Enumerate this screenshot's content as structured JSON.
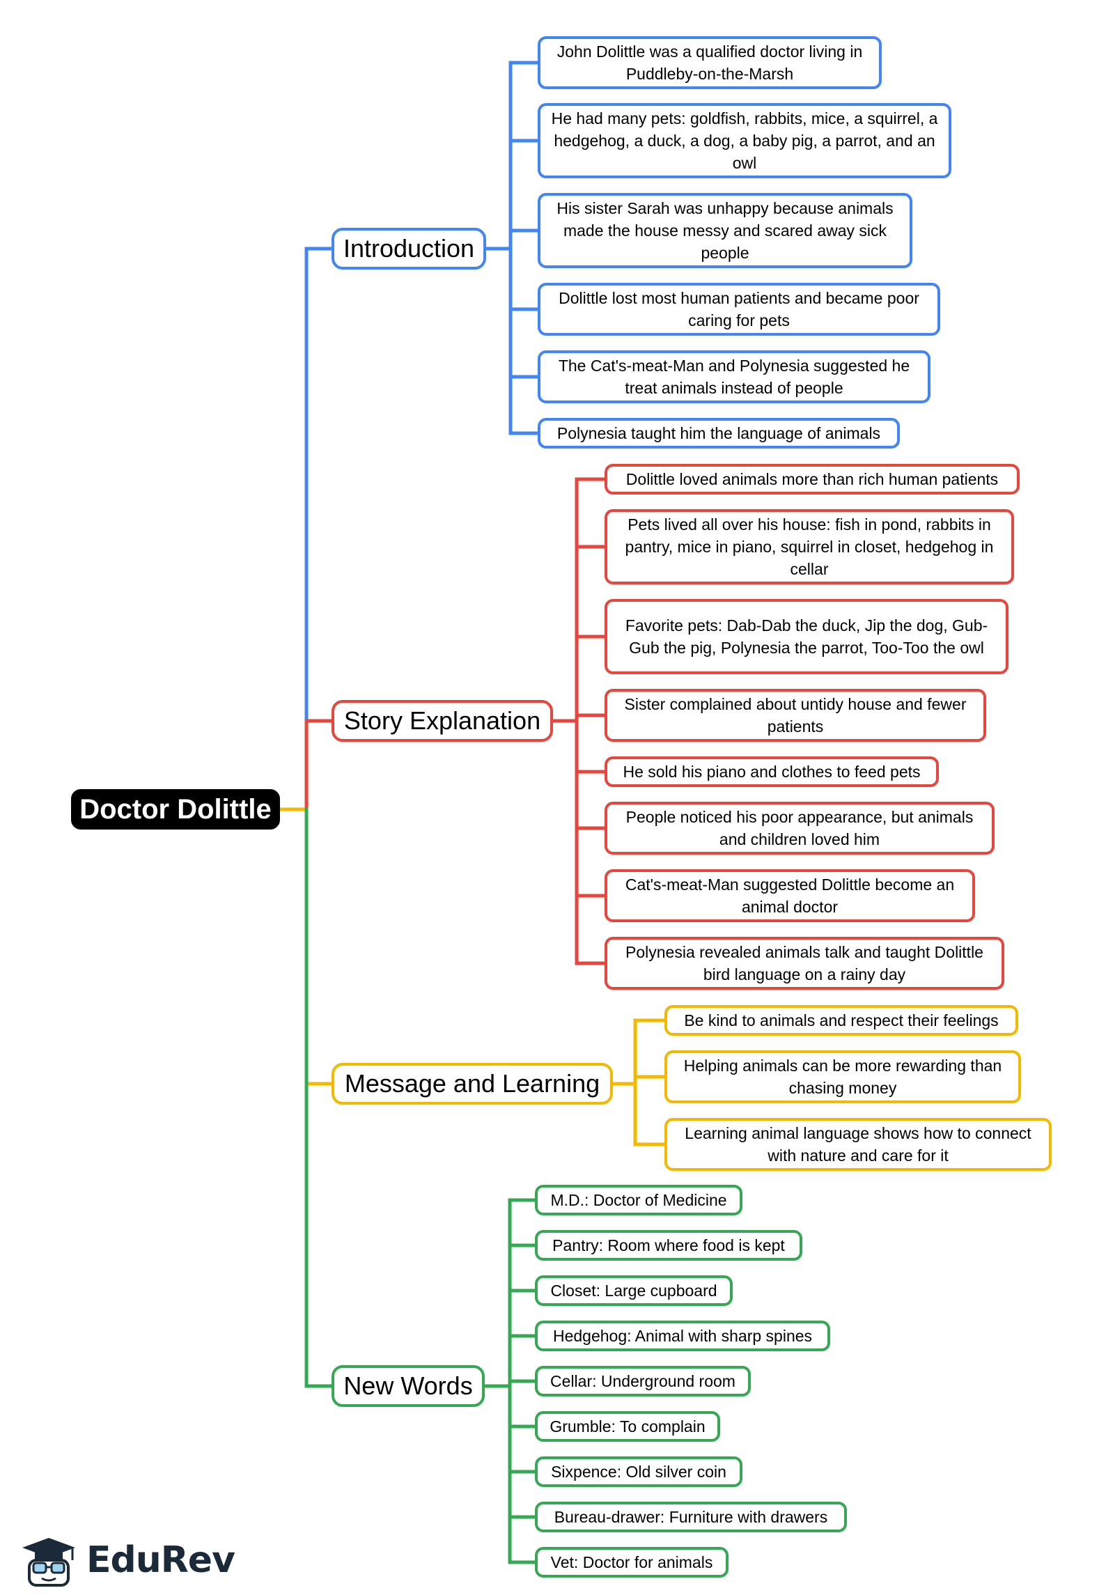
{
  "root": {
    "label": "Doctor Dolittle"
  },
  "branches": [
    {
      "label": "Introduction",
      "color": "#4285f4",
      "leaves": [
        "John Dolittle was a qualified doctor living in Puddleby-on-the-Marsh",
        "He had many pets: goldfish, rabbits, mice, a squirrel, a hedgehog, a duck, a dog, a baby pig, a parrot, and an owl",
        "His sister Sarah was unhappy because animals made the house messy and scared away sick people",
        "Dolittle lost most human patients and became poor caring for pets",
        "The Cat's-meat-Man and Polynesia suggested he treat animals instead of people",
        "Polynesia taught him the language of animals"
      ]
    },
    {
      "label": "Story Explanation",
      "color": "#e8453c",
      "leaves": [
        "Dolittle loved animals more than rich human patients",
        "Pets lived all over his house: fish in pond, rabbits in pantry, mice in piano, squirrel in closet, hedgehog in cellar",
        "Favorite pets: Dab-Dab the duck, Jip the dog, Gub-Gub the pig, Polynesia the parrot, Too-Too the owl",
        "Sister complained about untidy house and fewer patients",
        "He sold his piano and clothes to feed pets",
        "People noticed his poor appearance, but animals and children loved him",
        "Cat's-meat-Man suggested Dolittle become an animal doctor",
        "Polynesia revealed animals talk and taught Dolittle bird language on a rainy day"
      ]
    },
    {
      "label": "Message and Learning",
      "color": "#f5b800",
      "leaves": [
        "Be kind to animals and respect their feelings",
        "Helping animals can be more rewarding than chasing money",
        "Learning animal language shows how to connect with nature and care for it"
      ]
    },
    {
      "label": "New Words",
      "color": "#34a853",
      "leaves": [
        "M.D.: Doctor of Medicine",
        "Pantry: Room where food is kept",
        "Closet: Large cupboard",
        "Hedgehog: Animal with sharp spines",
        "Cellar: Underground room",
        "Grumble: To complain",
        "Sixpence: Old silver coin",
        "Bureau-drawer: Furniture with drawers",
        "Vet: Doctor for animals"
      ]
    }
  ],
  "logo": {
    "text": "EduRev",
    "icon": "graduate-cap-icon"
  }
}
